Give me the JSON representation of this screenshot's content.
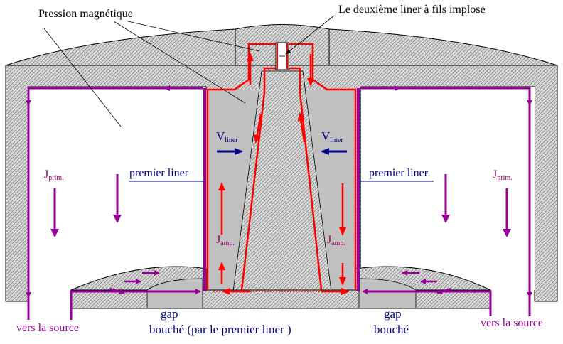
{
  "labels": {
    "pression": "Pression magnétique",
    "deuxieme_liner": "Le deuxième liner à fils implose",
    "v_main": "V",
    "v_sub": "liner",
    "j_prim_main": "J",
    "j_prim_sub": "prim.",
    "j_amp_main": "J",
    "j_amp_sub": "amp.",
    "premier_liner": "premier liner",
    "vers_source": "vers la source",
    "gap": "gap",
    "bouche": "bouché",
    "bouche_par": "bouché (par le premier liner )"
  },
  "colors": {
    "current": "#990099",
    "hatch_fill": "#d8d8d8",
    "liner_fill": "#c0c0c0",
    "red_line": "#ff0000",
    "velocity": "#000080",
    "label_navy": "#000080",
    "j_label": "#990066"
  }
}
